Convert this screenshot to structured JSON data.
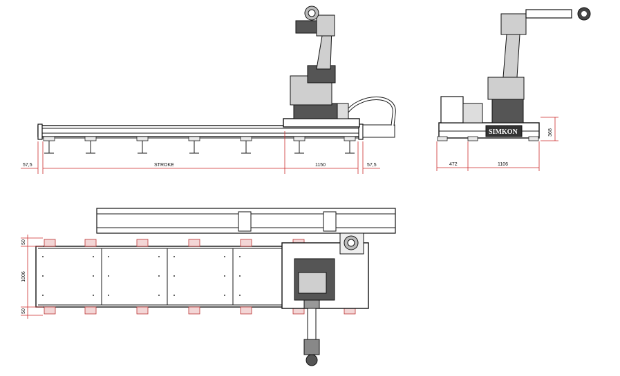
{
  "dimensions": {
    "left_offset": "57,5",
    "stroke": "STROKE",
    "carriage": "1150",
    "right_offset": "57,5",
    "side_width_a": "472",
    "side_width_b": "1106",
    "side_height": "368",
    "plan_edge_top": "50",
    "plan_width": "1006",
    "plan_edge_bottom": "50"
  },
  "logo": "SIMKON",
  "colors": {
    "line": "#1a1a1a",
    "dimension": "#cc2a2a",
    "foot_marker": "#b33333"
  }
}
